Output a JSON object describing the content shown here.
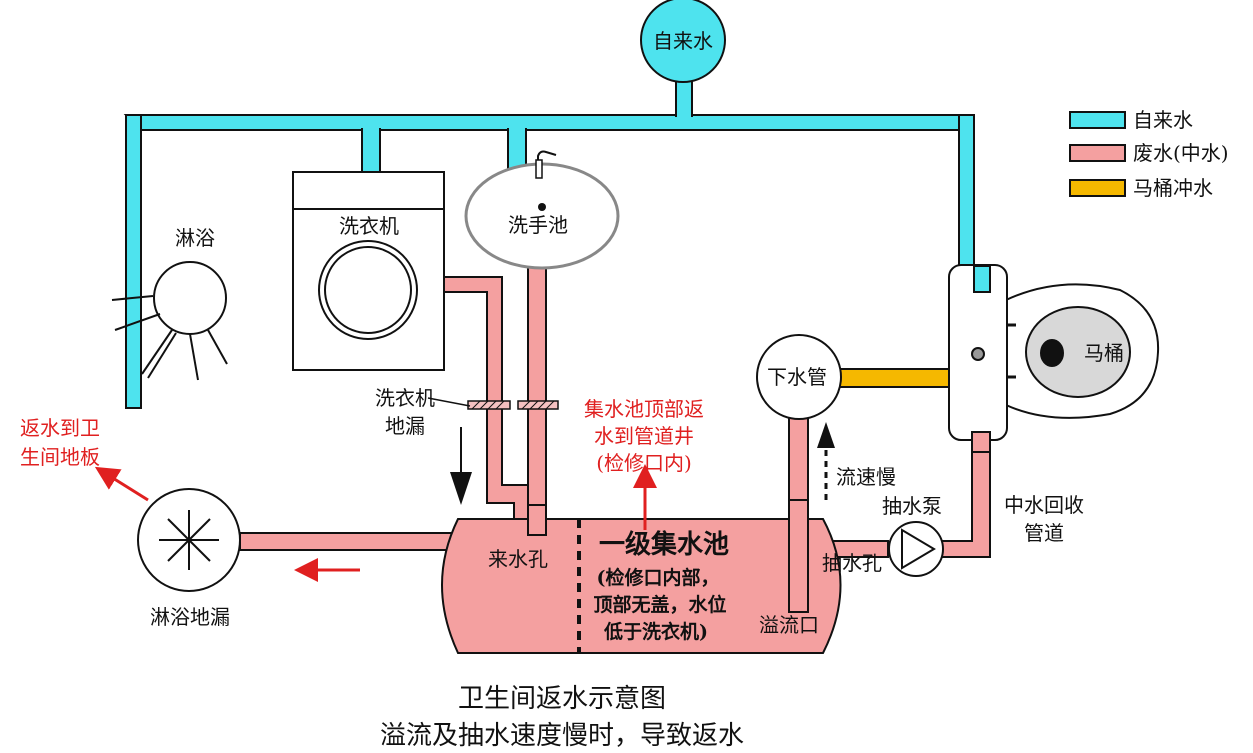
{
  "title": "卫生间返水示意图",
  "subtitle": "溢流及抽水速度慢时，导致返水",
  "legend": [
    {
      "label": "自来水",
      "color": "#4ee3ee"
    },
    {
      "label": "废水(中水)",
      "color": "#f4a0a0"
    },
    {
      "label": "马桶冲水",
      "color": "#f5b800"
    }
  ],
  "nodes": {
    "tap_water": "自来水",
    "shower": "淋浴",
    "washer": "洗衣机",
    "basin": "洗手池",
    "downpipe": "下水管",
    "toilet": "马桶",
    "pump": "抽水泵",
    "shower_drain": "淋浴地漏"
  },
  "labels": {
    "washer_drain_1": "洗衣机",
    "washer_drain_2": "地漏",
    "inlet": "来水孔",
    "overflow": "溢流口",
    "suction": "抽水孔",
    "slow_flow": "流速慢",
    "greywater_1": "中水回收",
    "greywater_2": "管道"
  },
  "tank": {
    "title": "一级集水池",
    "note_1": "(检修口内部，",
    "note_2": "顶部无盖，水位",
    "note_3": "低于洗衣机)"
  },
  "annotations": {
    "backflow_1": "返水到卫",
    "backflow_2": "生间地板",
    "tank_top_1": "集水池顶部返",
    "tank_top_2": "水到管道井",
    "tank_top_3": "(检修口内)"
  }
}
